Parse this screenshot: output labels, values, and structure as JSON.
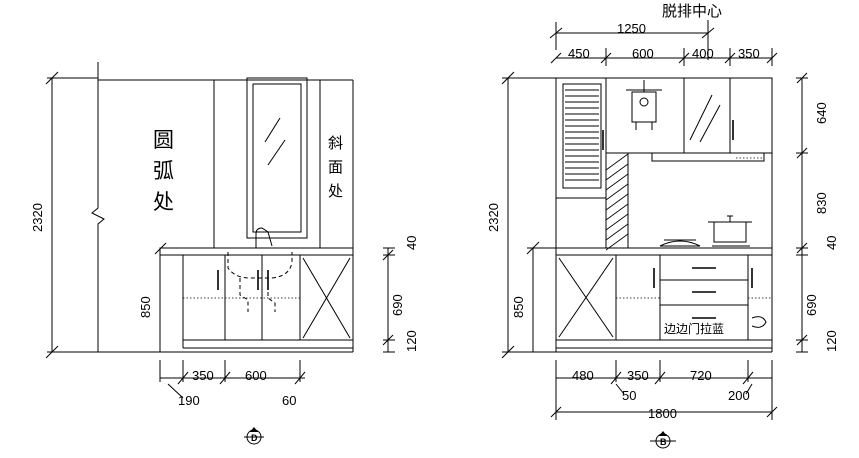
{
  "left_view": {
    "text_arc": [
      "圆",
      "弧",
      "处"
    ],
    "text_bevel": [
      "斜",
      "面",
      "处"
    ],
    "dim_height_total": "2320",
    "dim_base": "850",
    "dim_right": [
      "40",
      "690",
      "120"
    ],
    "dim_bottom_top": [
      "350",
      "600"
    ],
    "dim_bottom_low": [
      "190",
      "60"
    ],
    "section_marker": "D"
  },
  "right_view": {
    "text_exhaust_center": "脱排中心",
    "dim_top_total": "1250",
    "dim_top_parts": [
      "450",
      "600",
      "400",
      "350"
    ],
    "dim_height_total": "2320",
    "dim_base": "850",
    "dim_right": [
      "640",
      "830",
      "40",
      "690",
      "120"
    ],
    "dim_bottom_top": [
      "480",
      "350",
      "720"
    ],
    "dim_bottom_low": [
      "50",
      "200"
    ],
    "dim_bottom_total": "1800",
    "text_side_basket": "边边门拉蓝",
    "section_marker": "B"
  }
}
